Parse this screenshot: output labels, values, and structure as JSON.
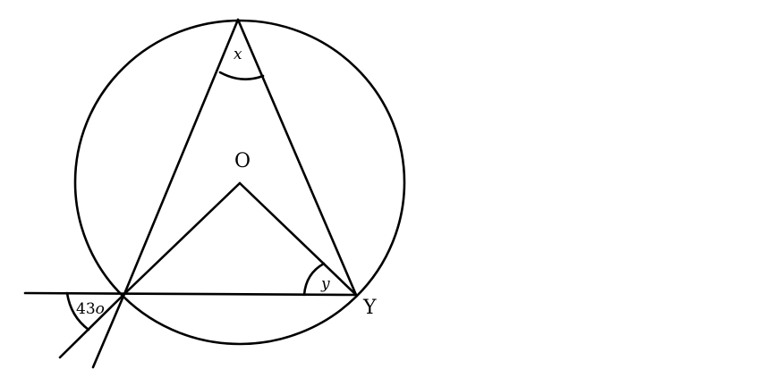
{
  "diagram": {
    "center_label": "O",
    "point_y_label": "Y",
    "angle_x_label": "x",
    "angle_y_label": "y",
    "given_angle_label": "43",
    "given_angle_unit": "o"
  }
}
